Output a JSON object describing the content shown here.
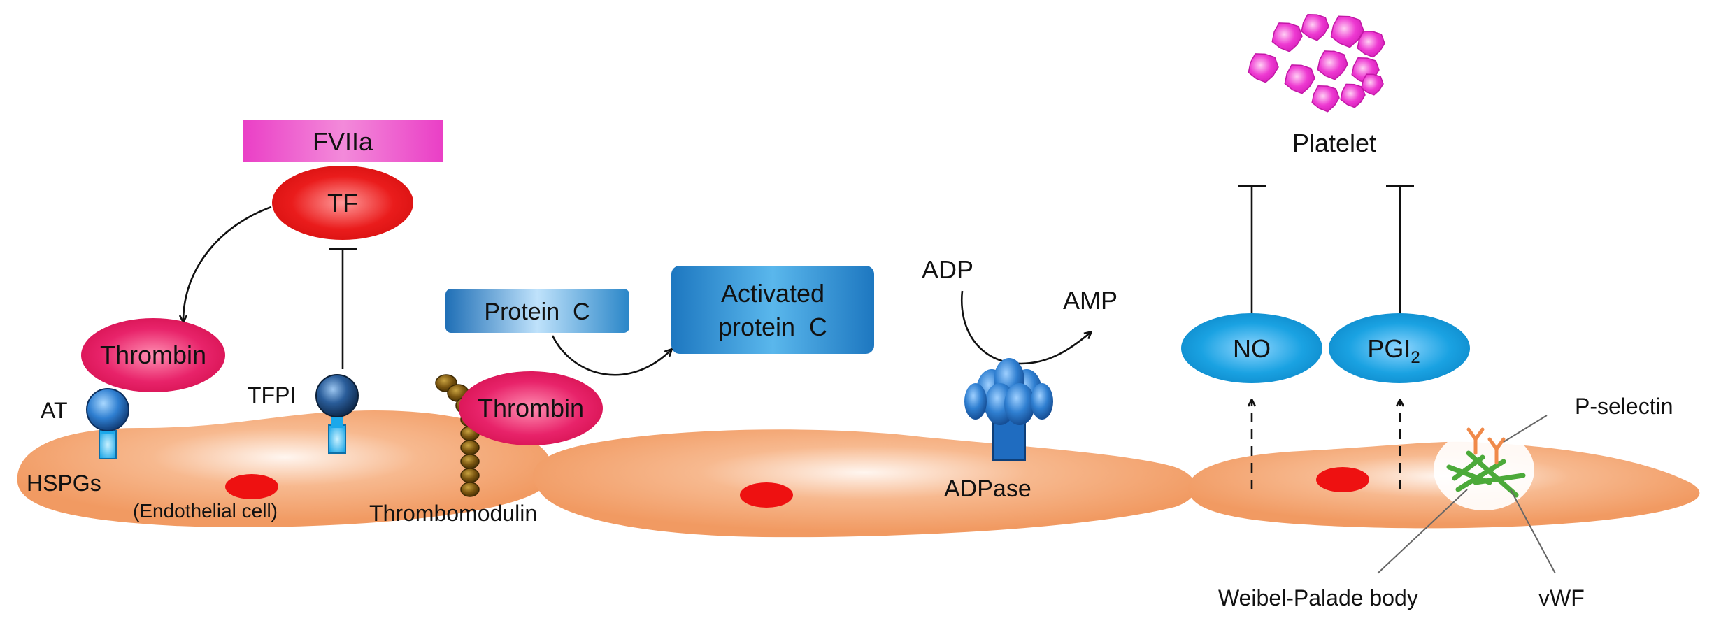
{
  "cells": {
    "left_caption": "(Endothelial cell)"
  },
  "left_panel": {
    "fviia": "FVIIa",
    "tf": "TF",
    "thrombin_upper": "Thrombin",
    "at": "AT",
    "hspgs": "HSPGs",
    "tfpi": "TFPI",
    "thrombomodulin": "Thrombomodulin"
  },
  "middle_panel": {
    "protein_c": "Protein  C",
    "activated_line1": "Activated",
    "activated_line2": "protein  C",
    "thrombin": "Thrombin",
    "adp": "ADP",
    "amp": "AMP",
    "adpase": "ADPase"
  },
  "right_panel": {
    "platelet": "Platelet",
    "no": "NO",
    "pgi_base": "PGI",
    "pgi_sub": "2",
    "p_selectin": "P-selectin",
    "weibel": "Weibel-Palade body",
    "vwf": "vWF"
  },
  "colors": {
    "cell": "#f4a271",
    "cell_light": "#fde9dc",
    "nucleus": "#ee1111",
    "thrombin": "#e51c63",
    "fviia": "#ee44c8",
    "tf": "#e81717",
    "blue_oval": "#1a9fe0",
    "protein_box": "#1b7fc4",
    "platelet": "#ee2ed0"
  }
}
